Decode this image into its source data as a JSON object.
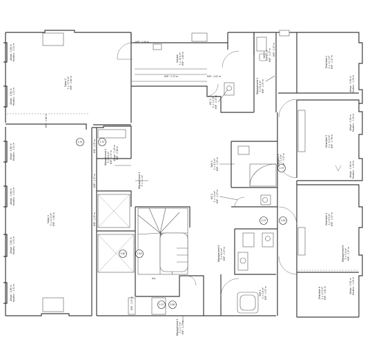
{
  "rooms": [
    {
      "id": "salon2",
      "name": "Salon 2",
      "line2": "S = 17.5 m²",
      "line3": "HSP : 2.80 m"
    },
    {
      "id": "salon1",
      "name": "Salon 1",
      "line2": "S = 21.9 m²",
      "line3": "HSP : 2.80 m"
    },
    {
      "id": "cuisine",
      "name": "Cuisine",
      "line2": "S = 13.5 m²",
      "line3": "HSP : 2.80 m"
    },
    {
      "id": "degagement1",
      "name": "Dégagement 1",
      "line2": "S = 6.4 m²",
      "line3": "HSP : 2.37 m"
    },
    {
      "id": "degagement2",
      "name": "Dégagement 2",
      "line2": "S = 4.6 m²",
      "line3": "HSP : 2.37 m"
    },
    {
      "id": "degagement3",
      "name": "Dégagement 3",
      "line2": "S = 1.1 m²",
      "line3": ""
    },
    {
      "id": "degagement4",
      "name": "Dégagement 4",
      "line2": "S = 8.0 m²",
      "line3": "HSP : 2.37 m"
    },
    {
      "id": "degagement5",
      "name": "Dégagement 5",
      "line2": "S = 2.7 m²",
      "line3": "HSP : 2.37 m"
    },
    {
      "id": "degagement6",
      "name": "Dégagement 6",
      "line2": "S = 3.4 m²",
      "line3": "HSP : 2.37 m"
    },
    {
      "id": "chambre1",
      "name": "Chambre 1",
      "line2": "S = 11.7 m²",
      "line3": "HSP : 2.37 m"
    },
    {
      "id": "chambre2",
      "name": "Chambre 2",
      "line2": "S = 11.9 m²",
      "line3": "HSP : 2.78 m"
    },
    {
      "id": "chambre3",
      "name": "Chambre 3",
      "line2": "S = 9.5 m²",
      "line3": "HSP : 2.37 m"
    },
    {
      "id": "chambre4",
      "name": "Chambre 4",
      "line2": "S = 11.9 m²",
      "line3": "HSP : 2.81 m"
    },
    {
      "id": "sdb1",
      "name": "SdB 1",
      "line2": "S = 3.8 m²",
      "line3": "HSP : 2.37 m"
    },
    {
      "id": "sdb2",
      "name": "SdB 2",
      "line2": "S = 4.5 m²",
      "line3": "HSP : 2.37 m"
    },
    {
      "id": "sdb3",
      "name": "SdB 3",
      "line2": "S = 3.2 m²",
      "line3": "HSP : 2.37 m"
    },
    {
      "id": "wc1",
      "name": "WC 1",
      "line2": "S = 1.2 m²",
      "line3": "HSP : 2.37 m"
    },
    {
      "id": "wc2",
      "name": "WC 2",
      "line2": "S = 1.5 m²",
      "line3": "HSP : 2.37 m"
    },
    {
      "id": "dressing",
      "name": "Dressing 1",
      "line2": "S = 2.3 m²",
      "line3": "HSP : 2.37 m"
    }
  ],
  "annotations": {
    "allege_1": "Allège : 0.85 m",
    "hauteur_1": "Hauteur : 2.31 m",
    "allege_2": "Allège : 0.80 m",
    "hauteur_2": "Hauteur : 2.31 m",
    "allege_3": "Allège : 0.90 m",
    "hauteur_3": "Hauteur : 1.25 m",
    "hsp_a": "HSP : 2.50 m",
    "hsp_b": "HSP : 2.37 m",
    "hsp_c": "HSP : 2.80 m",
    "hsp_d": "HSP : 2.72 m",
    "hsp_e": "HSP : 2.67 m",
    "allege_small": "Allège : 1.05 m",
    "hsp_small": "HSP : 2.58 m",
    "stair_label": "Asc"
  },
  "markers": {
    "m_a": "2.31",
    "m_b": "2.37",
    "m_c": "2.80",
    "m_d": "2.50",
    "m_e": "2.37",
    "m_f": "2.80",
    "m_g": "2.37",
    "m_h": "2.59",
    "m_i": "2.37"
  }
}
